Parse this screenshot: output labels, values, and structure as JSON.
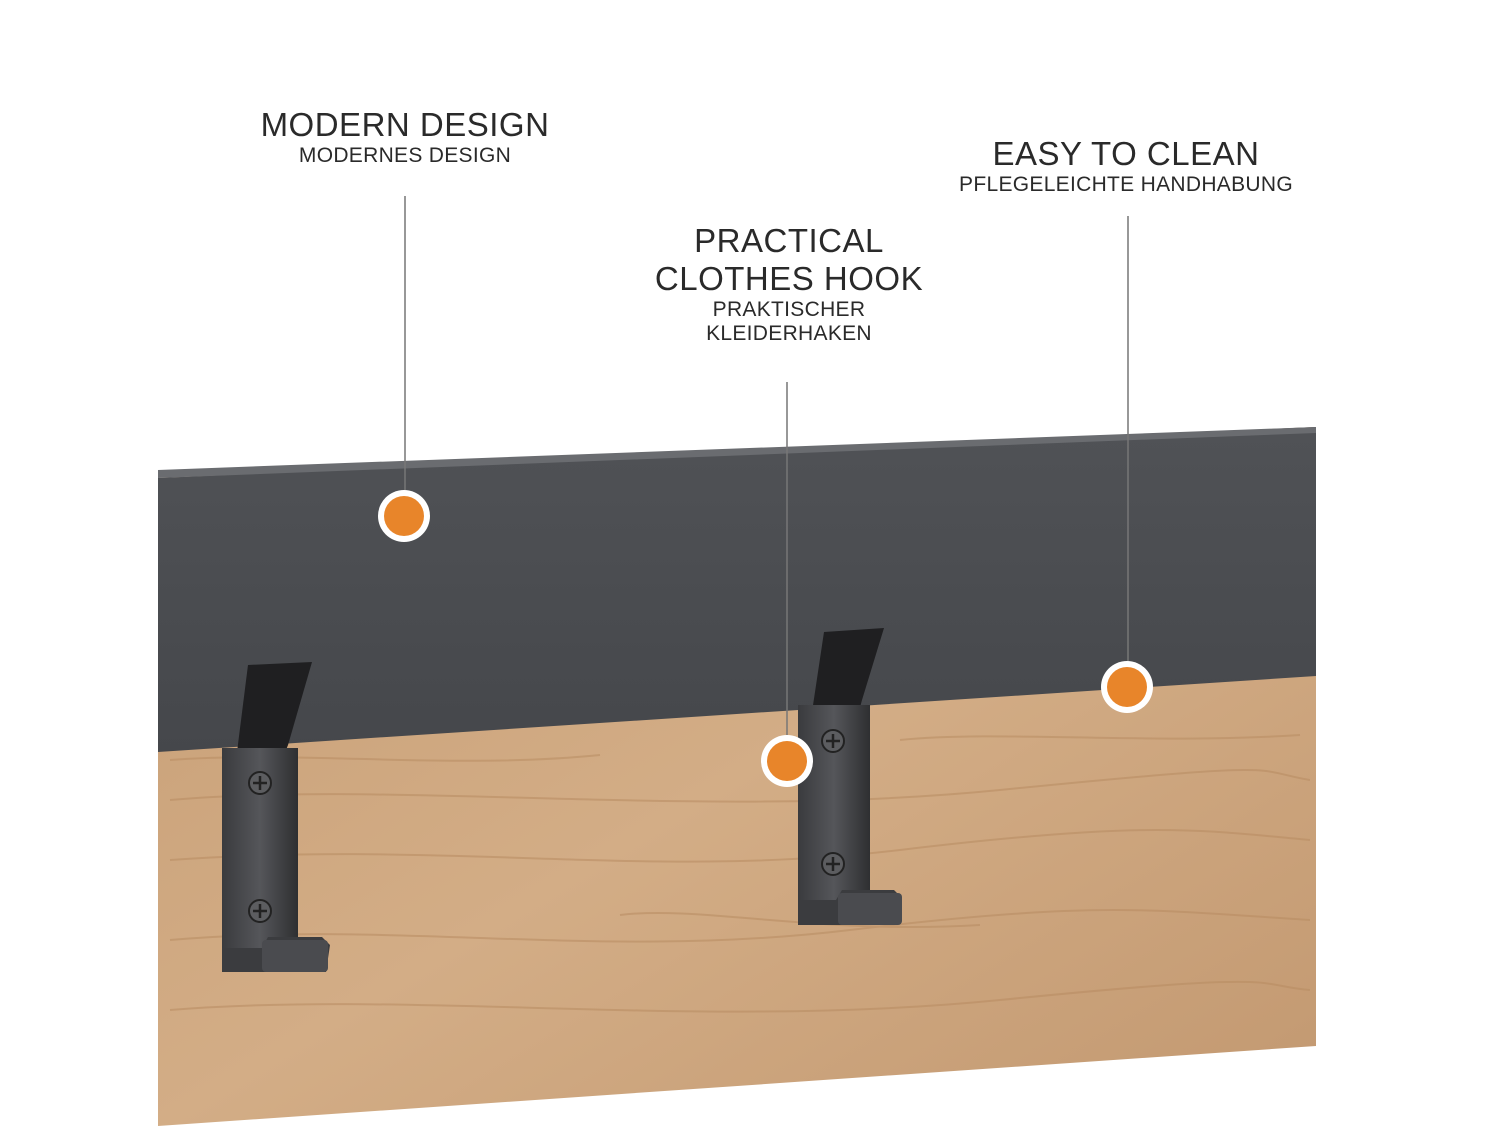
{
  "colors": {
    "panel_dark": "#4a4c50",
    "wood": "#c8a078",
    "hook": "#2c2c2e",
    "dot": "#e8852a"
  },
  "callouts": [
    {
      "title": "MODERN DESIGN",
      "subtitle": "MODERNES DESIGN"
    },
    {
      "title_line1": "PRACTICAL",
      "title_line2": "CLOTHES HOOK",
      "subtitle_line1": "PRAKTISCHER",
      "subtitle_line2": "KLEIDERHAKEN"
    },
    {
      "title": "EASY TO CLEAN",
      "subtitle": "PFLEGELEICHTE HANDHABUNG"
    }
  ]
}
